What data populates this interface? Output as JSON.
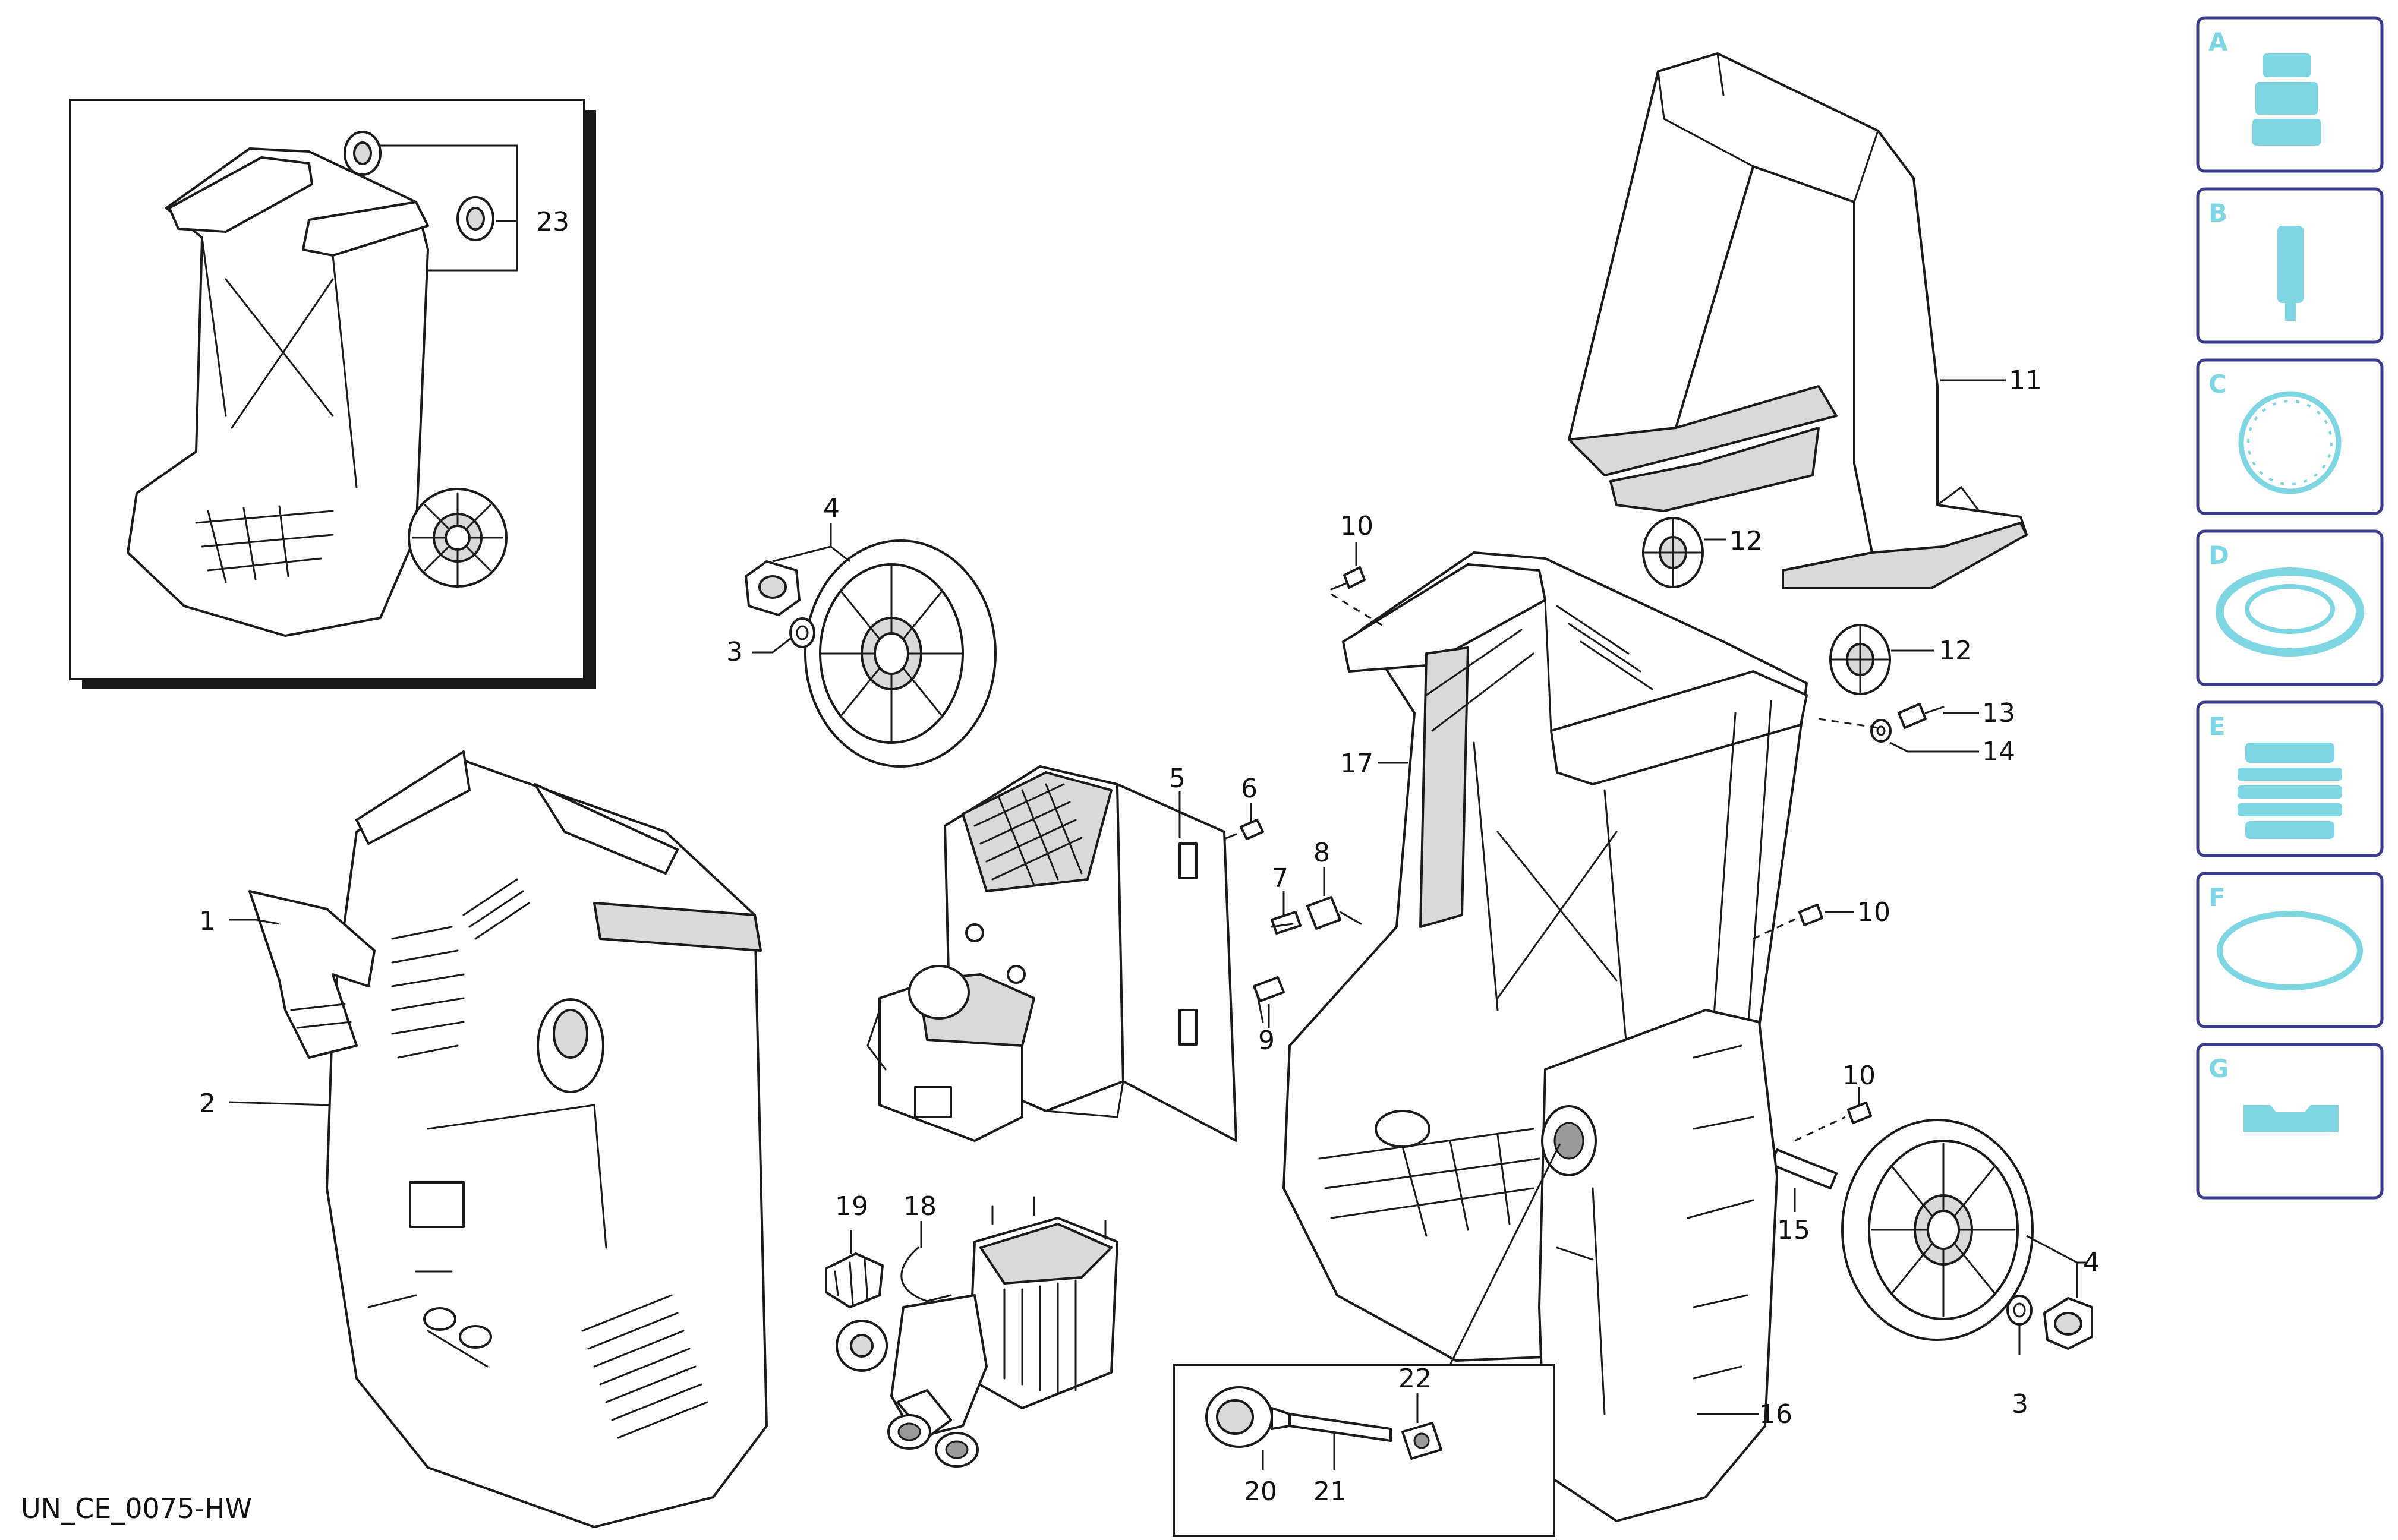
{
  "diagram": {
    "footer_code": "UN_CE_0075-HW",
    "callouts": {
      "c1": "1",
      "c2": "2",
      "c3a": "3",
      "c3b": "3",
      "c4a": "4",
      "c4b": "4",
      "c5": "5",
      "c6": "6",
      "c7": "7",
      "c8": "8",
      "c9": "9",
      "c10a": "10",
      "c10b": "10",
      "c10c": "10",
      "c11": "11",
      "c12a": "12",
      "c12b": "12",
      "c13": "13",
      "c14": "14",
      "c15": "15",
      "c16": "16",
      "c17": "17",
      "c18": "18",
      "c19": "19",
      "c20": "20",
      "c21": "21",
      "c22": "22",
      "c23": "23"
    }
  },
  "accessories": {
    "border_color": "#3b3b8f",
    "icon_color": "#7fd6e3",
    "items": [
      {
        "letter": "A",
        "icon": "nozzle-adapter-icon"
      },
      {
        "letter": "B",
        "icon": "filter-cartridge-icon"
      },
      {
        "letter": "C",
        "icon": "seal-ring-icon"
      },
      {
        "letter": "D",
        "icon": "flat-gasket-icon"
      },
      {
        "letter": "E",
        "icon": "threaded-fitting-icon"
      },
      {
        "letter": "F",
        "icon": "o-ring-icon"
      },
      {
        "letter": "G",
        "icon": "flat-plate-icon"
      }
    ]
  }
}
